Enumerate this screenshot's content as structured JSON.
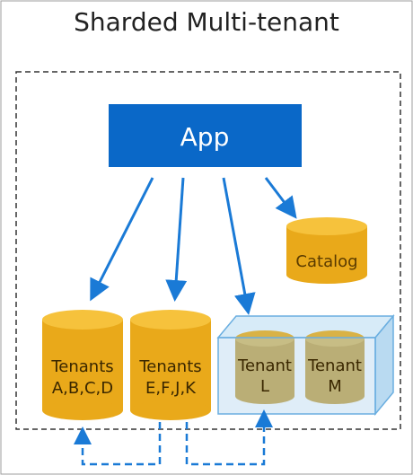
{
  "title": "Sharded Multi-tenant",
  "app": {
    "label": "App"
  },
  "catalog": {
    "label": "Catalog"
  },
  "databases": [
    {
      "line1": "Tenants",
      "line2": "A,B,C,D"
    },
    {
      "line1": "Tenants",
      "line2": "E,F,J,K"
    }
  ],
  "container_tenants": [
    {
      "line1": "Tenant",
      "line2": "L"
    },
    {
      "line1": "Tenant",
      "line2": "M"
    }
  ],
  "colors": {
    "app_blue": "#0a68c8",
    "arrow_blue": "#1a7ad6",
    "db_gold": "#e9a91a",
    "db_top": "#f6c23c",
    "container_fill": "#c9e3f5",
    "container_stroke": "#6aaee0"
  }
}
